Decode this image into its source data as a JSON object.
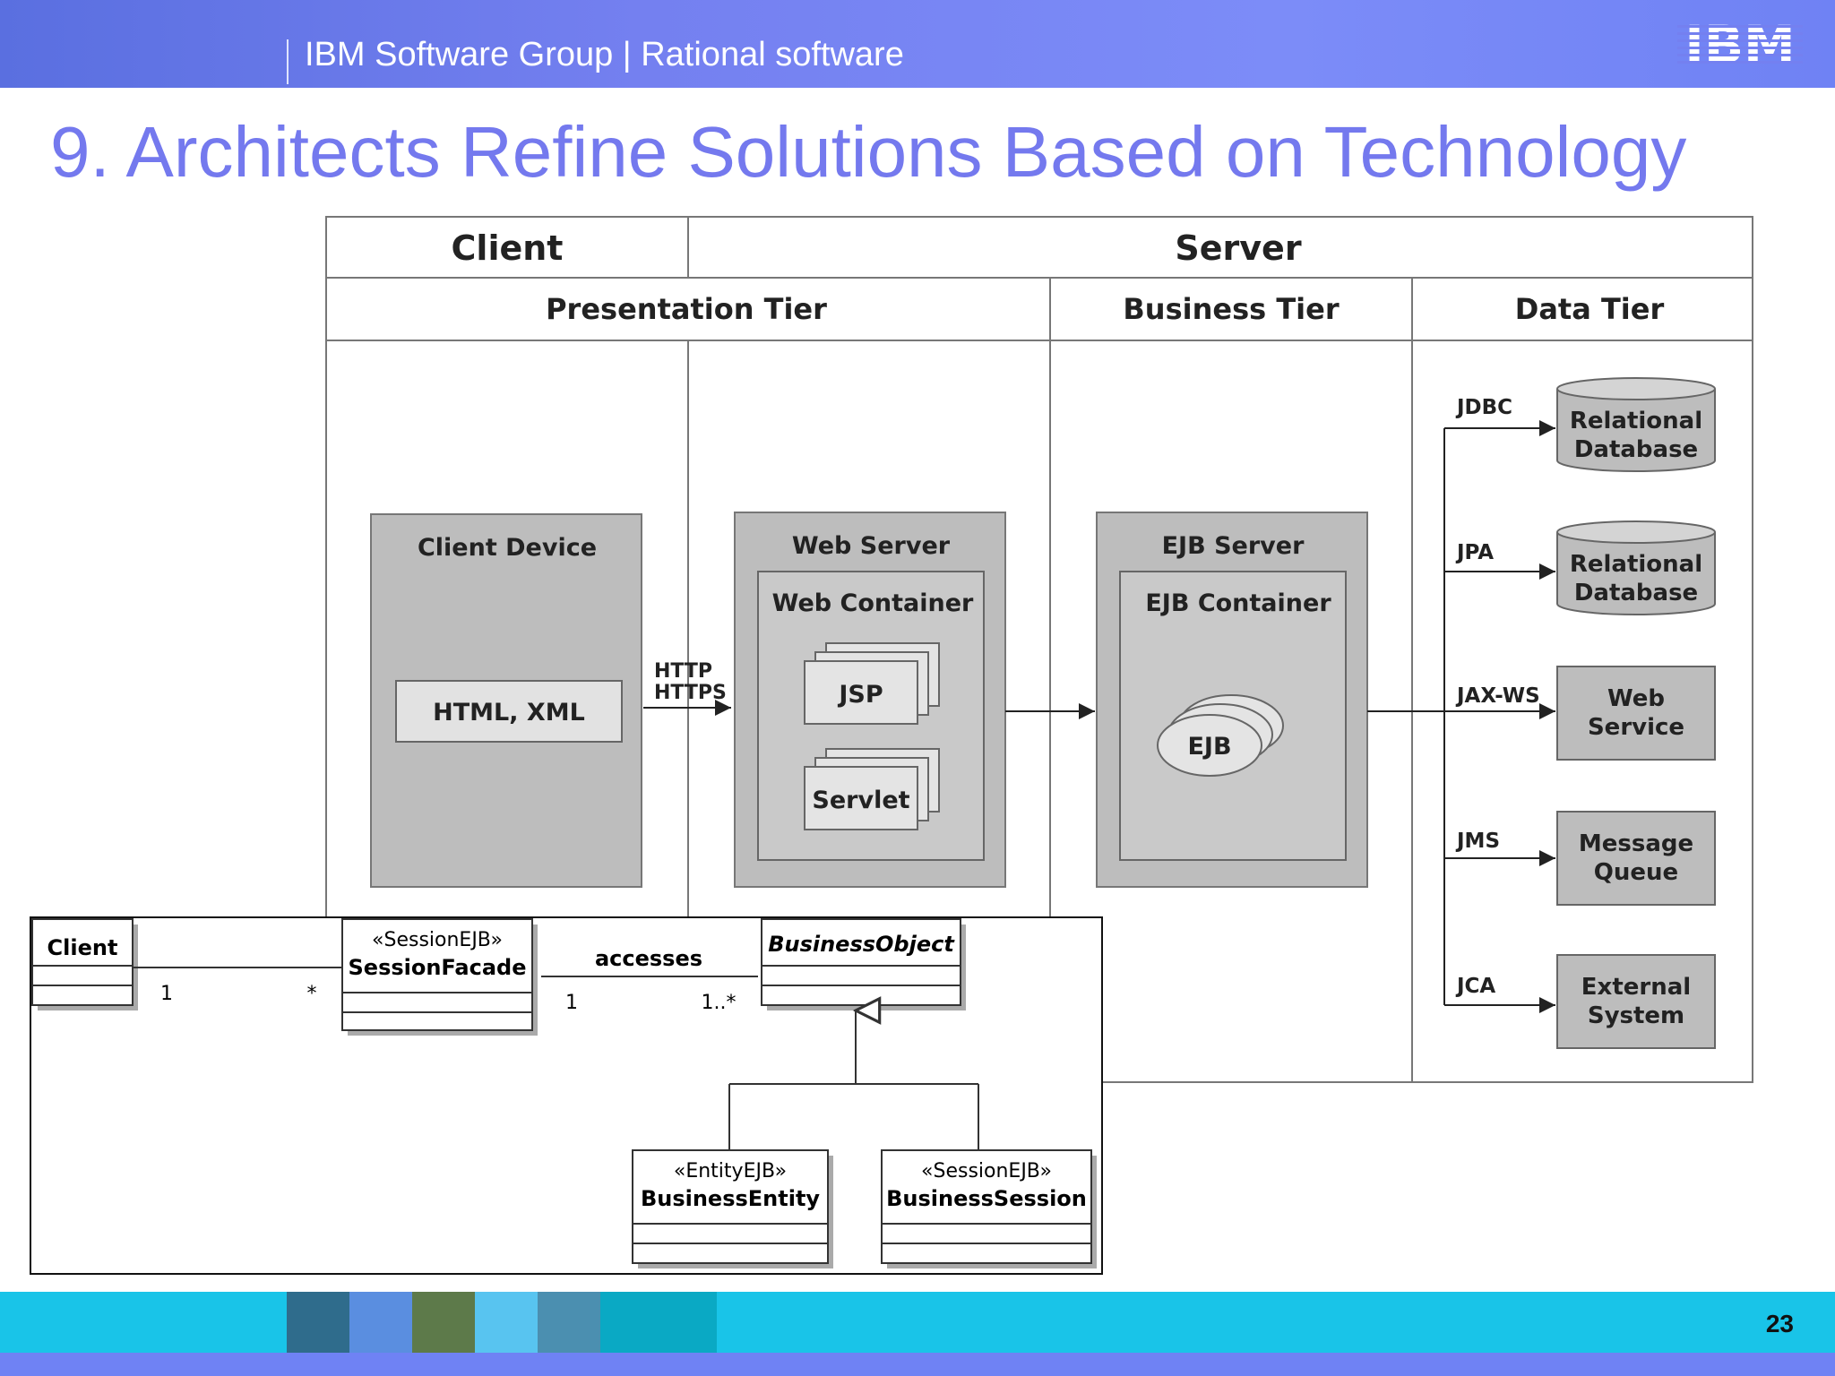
{
  "header": {
    "group_text": "IBM Software Group | Rational software",
    "logo_text": "IBM",
    "brand_color": "#7c8cf8"
  },
  "slide": {
    "title": "9. Architects Refine Solutions Based on Technology",
    "page_number": "23"
  },
  "diagram": {
    "columns": {
      "client": "Client",
      "server": "Server"
    },
    "tiers": {
      "presentation": "Presentation Tier",
      "business": "Business Tier",
      "data": "Data Tier"
    },
    "client_device": {
      "title": "Client Device",
      "content": "HTML, XML"
    },
    "protocol": {
      "line1": "HTTP",
      "line2": "HTTPS"
    },
    "web_server": {
      "title": "Web Server",
      "container": "Web Container",
      "jsp": "JSP",
      "servlet": "Servlet"
    },
    "ejb_server": {
      "title": "EJB Server",
      "container": "EJB Container",
      "ejb": "EJB"
    },
    "data_tier": {
      "links": [
        {
          "api": "JDBC",
          "line1": "Relational",
          "line2": "Database"
        },
        {
          "api": "JPA",
          "line1": "Relational",
          "line2": "Database"
        },
        {
          "api": "JAX-WS",
          "line1": "Web",
          "line2": "Service"
        },
        {
          "api": "JMS",
          "line1": "Message",
          "line2": "Queue"
        },
        {
          "api": "JCA",
          "line1": "External",
          "line2": "System"
        }
      ]
    }
  },
  "uml": {
    "client": "Client",
    "facade": {
      "stereotype": "«SessionEJB»",
      "name": "SessionFacade"
    },
    "business_object": "BusinessObject",
    "association_client": {
      "left": "1",
      "right": "*"
    },
    "association_access": {
      "label": "accesses",
      "left": "1",
      "right": "1..*"
    },
    "entity": {
      "stereotype": "«EntityEJB»",
      "name": "BusinessEntity"
    },
    "session": {
      "stereotype": "«SessionEJB»",
      "name": "BusinessSession"
    }
  }
}
